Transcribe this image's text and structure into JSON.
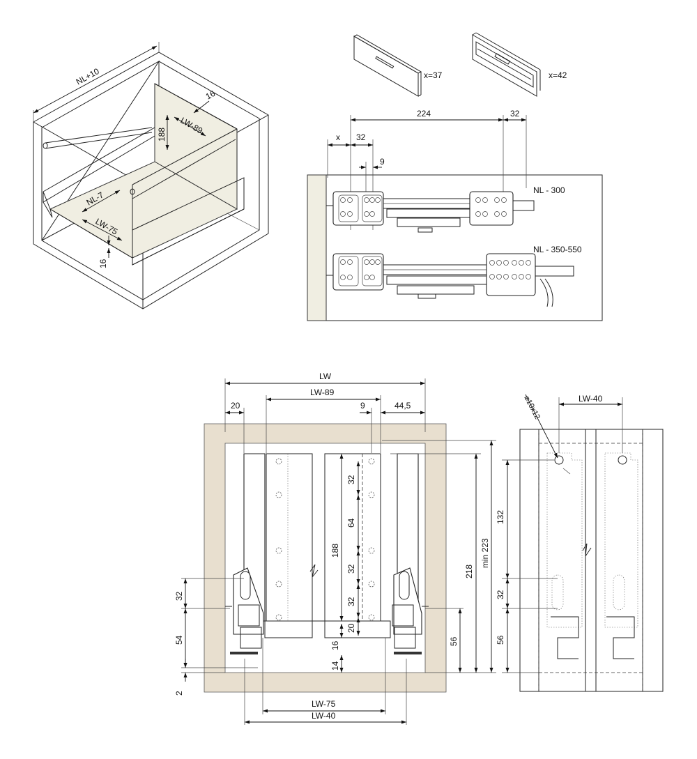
{
  "isometric": {
    "nl_plus_10": "NL+10",
    "dim_16_top": "16",
    "dim_188": "188",
    "lw_89": "LW-89",
    "nl_7": "NL-7",
    "lw_75": "LW-75",
    "dim_16_bottom": "16"
  },
  "fronts": {
    "x37": "x=37",
    "x42": "x=42"
  },
  "fixing_plan": {
    "dim_224": "224",
    "dim_32_right": "32",
    "dim_x": "x",
    "dim_32_left": "32",
    "dim_9": "9",
    "nl_300": "NL - 300",
    "nl_350_550": "NL - 350-550"
  },
  "front_view": {
    "lw": "LW",
    "dim_20": "20",
    "lw_89": "LW-89",
    "dim_9": "9",
    "dim_44_5": "44,5",
    "dim_32_a": "32",
    "dim_64": "64",
    "dim_188": "188",
    "dim_32_b": "32",
    "dim_32_c": "32",
    "dim_20_b": "20",
    "dim_16": "16",
    "dim_14": "14",
    "dim_218": "218",
    "min_223": "min 223",
    "dim_56": "56",
    "dim_32_left": "32",
    "dim_54": "54",
    "dim_2": "2",
    "lw_75": "LW-75",
    "lw_40": "LW-40"
  },
  "back_view": {
    "hole_spec": "⌀10x12",
    "lw_40": "LW-40",
    "dim_132": "132",
    "dim_32": "32",
    "dim_56": "56"
  }
}
